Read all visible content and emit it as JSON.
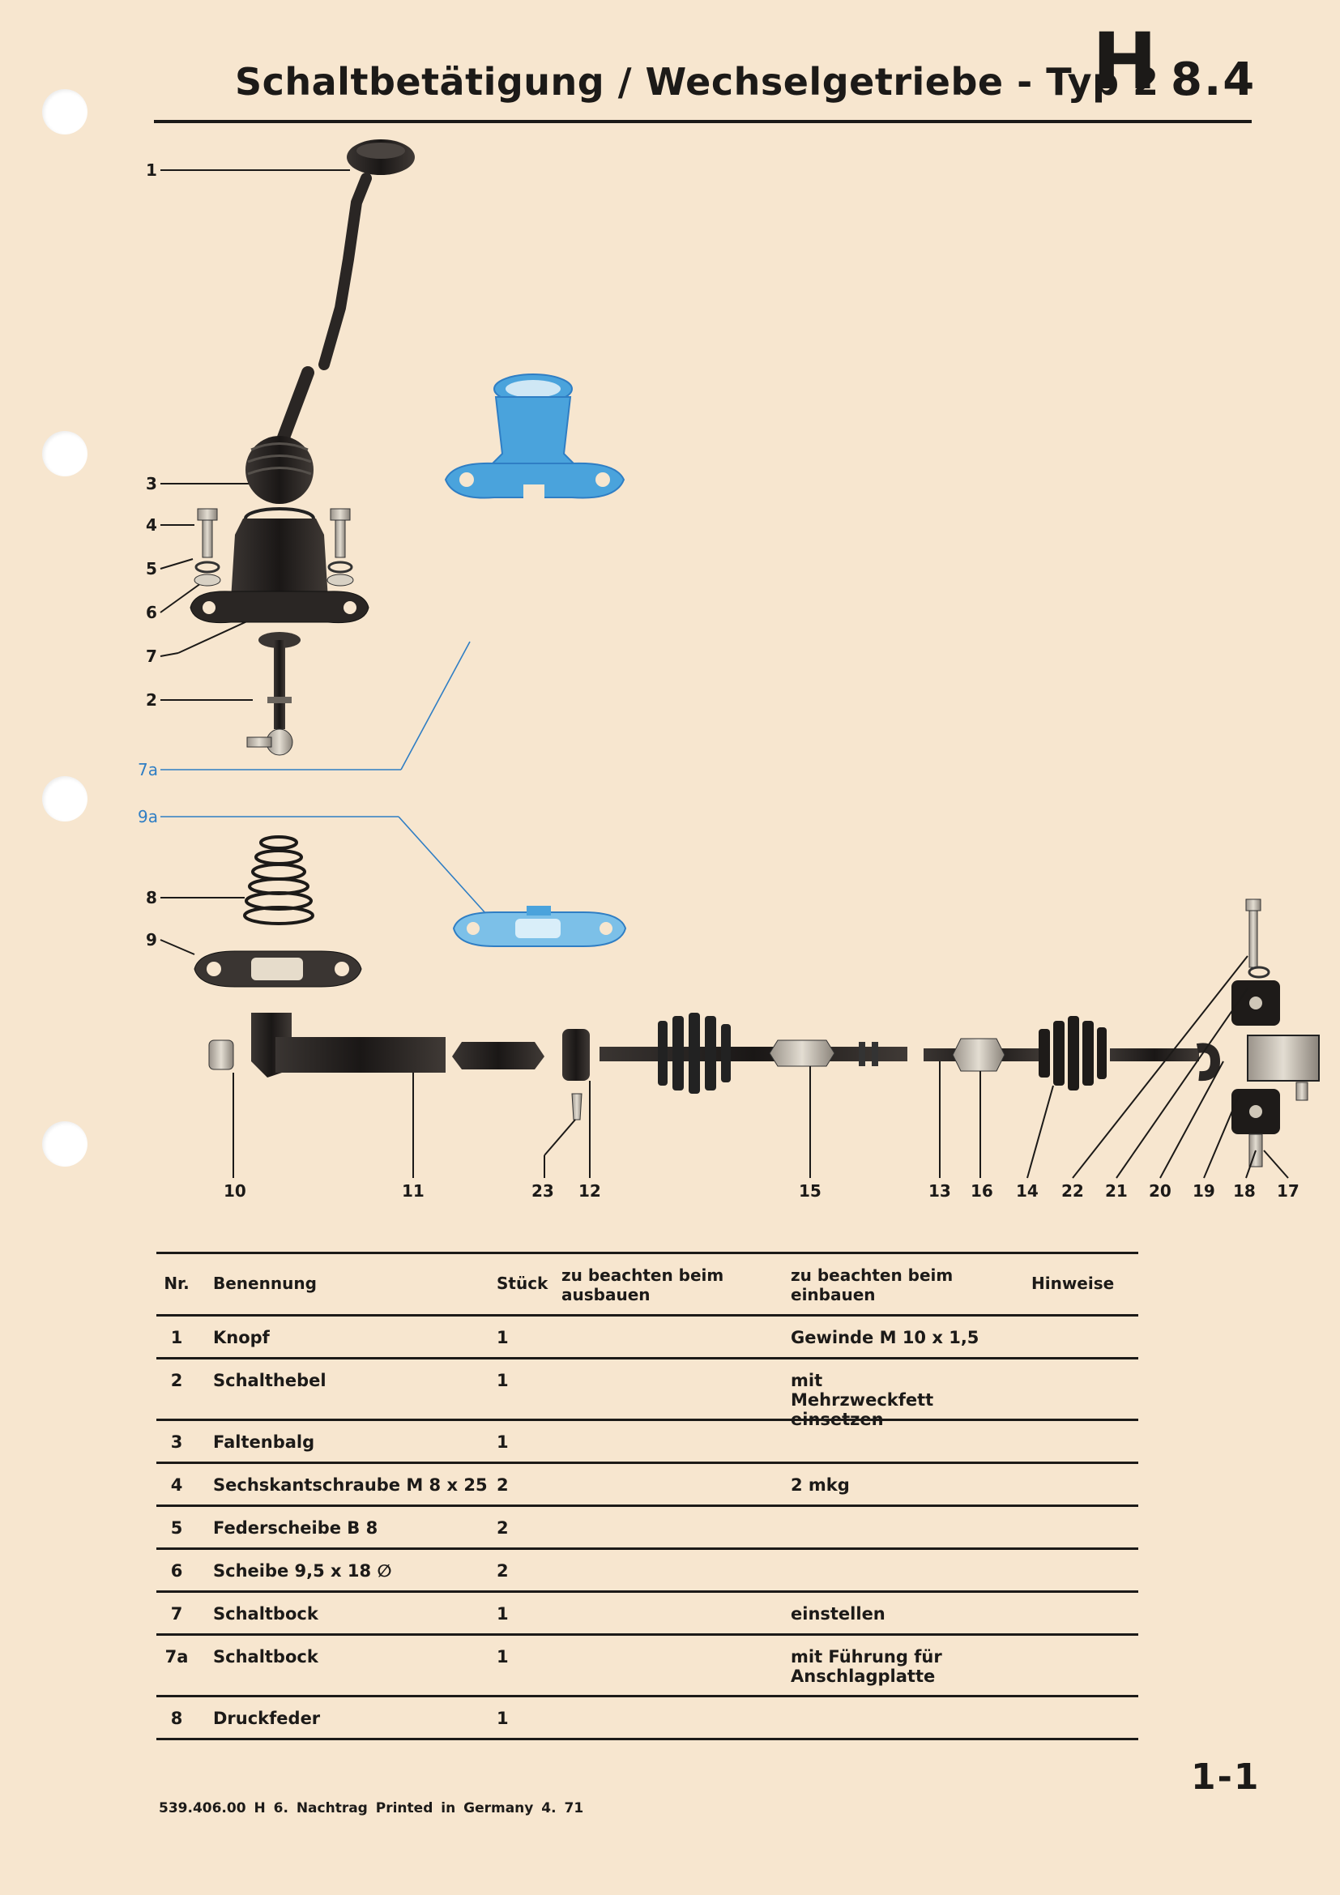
{
  "header": {
    "title": "Schaltbetätigung / Wechselgetriebe - Typ 2",
    "section_letter": "H",
    "section_number": "8.4"
  },
  "callouts": {
    "c1": "1",
    "c3": "3",
    "c4": "4",
    "c5": "5",
    "c6": "6",
    "c7": "7",
    "c2": "2",
    "c7a": "7a",
    "c9a": "9a",
    "c8": "8",
    "c9": "9",
    "b10": "10",
    "b11": "11",
    "b23": "23",
    "b12": "12",
    "b15": "15",
    "b13": "13",
    "b16": "16",
    "b14": "14",
    "b22": "22",
    "b21": "21",
    "b20": "20",
    "b19": "19",
    "b18": "18",
    "b17": "17"
  },
  "table": {
    "headers": {
      "nr": "Nr.",
      "name": "Benennung",
      "qty": "Stück",
      "removal": "zu beachten beim ausbauen",
      "install": "zu beachten beim einbauen",
      "notes": "Hinweise"
    },
    "rows": [
      {
        "nr": "1",
        "name": "Knopf",
        "qty": "1",
        "removal": "",
        "install": "Gewinde M 10 x 1,5",
        "notes": ""
      },
      {
        "nr": "2",
        "name": "Schalthebel",
        "qty": "1",
        "removal": "",
        "install": "mit Mehrzweckfett einsetzen",
        "notes": ""
      },
      {
        "nr": "3",
        "name": "Faltenbalg",
        "qty": "1",
        "removal": "",
        "install": "",
        "notes": ""
      },
      {
        "nr": "4",
        "name": "Sechskantschraube M 8 x 25",
        "qty": "2",
        "removal": "",
        "install": "2 mkg",
        "notes": ""
      },
      {
        "nr": "5",
        "name": "Federscheibe B 8",
        "qty": "2",
        "removal": "",
        "install": "",
        "notes": ""
      },
      {
        "nr": "6",
        "name": "Scheibe 9,5 x 18 ∅",
        "qty": "2",
        "removal": "",
        "install": "",
        "notes": ""
      },
      {
        "nr": "7",
        "name": "Schaltbock",
        "qty": "1",
        "removal": "",
        "install": "einstellen",
        "notes": ""
      },
      {
        "nr": "7a",
        "name": "Schaltbock",
        "qty": "1",
        "removal": "",
        "install": "mit Führung für Anschlagplatte",
        "notes": ""
      },
      {
        "nr": "8",
        "name": "Druckfeder",
        "qty": "1",
        "removal": "",
        "install": "",
        "notes": ""
      }
    ]
  },
  "page_ref": "1-1",
  "footer": "539.406.00 H 6. Nachtrag Printed in Germany 4. 71",
  "colors": {
    "paper": "#f7e6cf",
    "ink": "#1c1a18",
    "highlight_blue": "#2f7ec4",
    "part_blue": "#4aa3dc"
  }
}
